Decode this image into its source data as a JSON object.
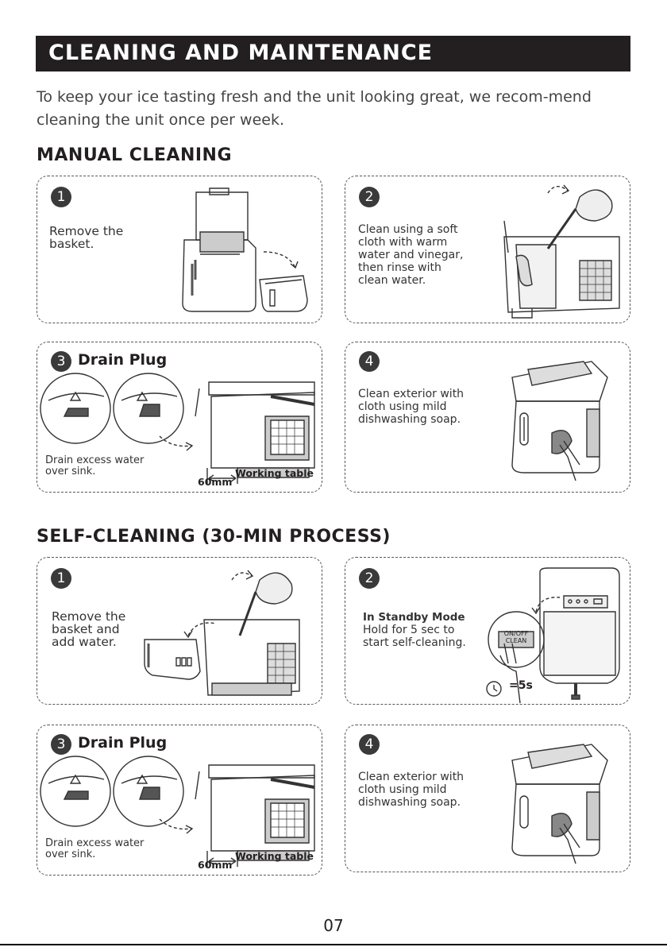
{
  "header": {
    "title": "CLEANING AND MAINTENANCE"
  },
  "intro": {
    "text": "To keep your ice tasting fresh and the unit looking great, we recom-mend cleaning the unit once per week."
  },
  "manual": {
    "title": "MANUAL CLEANING",
    "step1": {
      "num": "1",
      "text": "Remove the basket."
    },
    "step2": {
      "num": "2",
      "text": "Clean using a soft cloth with warm water and vinegar, then rinse with clean water."
    },
    "step3": {
      "num": "3",
      "title": "Drain Plug",
      "text": "Drain excess water over sink.",
      "dim": "60mm",
      "table": "Working table"
    },
    "step4": {
      "num": "4",
      "text": "Clean exterior with cloth using mild dishwashing soap."
    }
  },
  "self": {
    "title": "SELF-CLEANING (30-MIN PROCESS)",
    "step1": {
      "num": "1",
      "text": "Remove the basket and add water."
    },
    "step2": {
      "num": "2",
      "mode": "In Standby Mode",
      "text": "Hold for 5 sec to start self-cleaning.",
      "button": "ON/OFF CLEAN",
      "time": "=5s"
    },
    "step3": {
      "num": "3",
      "title": "Drain Plug",
      "text": "Drain excess water over sink.",
      "dim": "60mm",
      "table": "Working table"
    },
    "step4": {
      "num": "4",
      "text": "Clean exterior with cloth using mild dishwashing soap."
    }
  },
  "page": {
    "number": "07"
  }
}
